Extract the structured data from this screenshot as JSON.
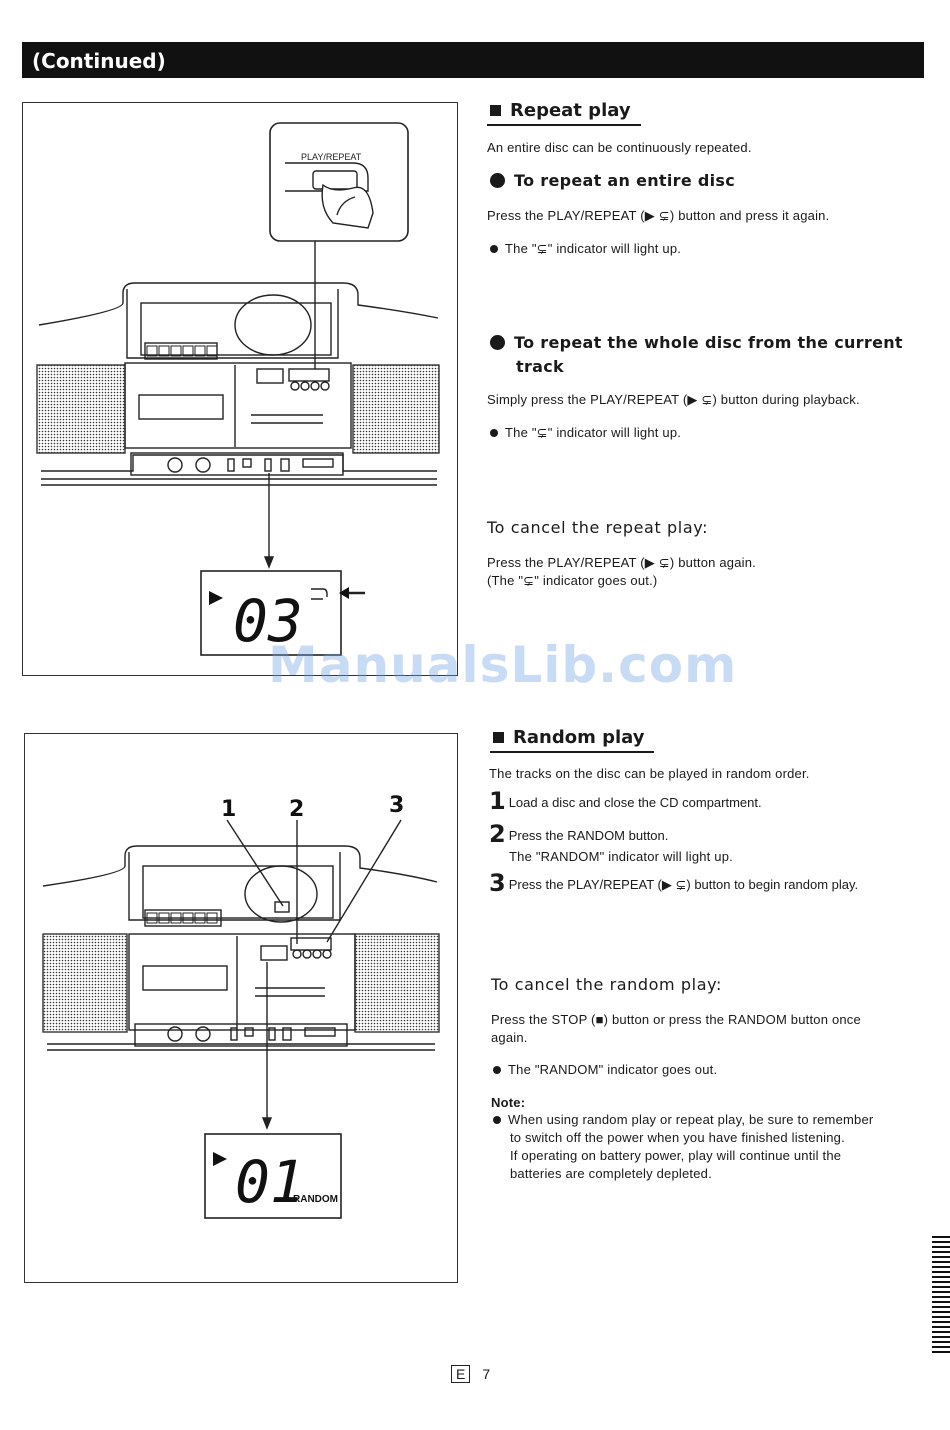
{
  "header": {
    "title": "(Continued)"
  },
  "figure1": {
    "button_label": "PLAY/REPEAT",
    "display_digits": "03"
  },
  "figure2": {
    "callouts": [
      "1",
      "2",
      "3"
    ],
    "display_digits": "01",
    "display_indicator": "RANDOM"
  },
  "repeat": {
    "title": "Repeat play",
    "intro": "An entire disc can be continuously repeated.",
    "entire": {
      "heading": "To repeat an entire disc",
      "instruction": "Press the PLAY/REPEAT (▶ ⊊) button and press it again.",
      "bullet": "The \"⊊\" indicator will light up."
    },
    "current": {
      "heading_line1": "To repeat the whole disc from the current",
      "heading_line2": "track",
      "instruction": "Simply press the PLAY/REPEAT (▶ ⊊) button during playback.",
      "bullet": "The \"⊊\" indicator will light up."
    },
    "cancel": {
      "heading": "To cancel the repeat play:",
      "line1": "Press the PLAY/REPEAT (▶ ⊊) button again.",
      "line2": "(The \"⊊\" indicator goes out.)"
    }
  },
  "random": {
    "title": "Random play",
    "intro": "The tracks on the disc can be played in random order.",
    "steps": [
      {
        "num": "1",
        "text": "Load a disc and close the CD compartment."
      },
      {
        "num": "2",
        "text": "Press the RANDOM button.",
        "sub": "The \"RANDOM\" indicator will light up."
      },
      {
        "num": "3",
        "text": "Press the PLAY/REPEAT (▶ ⊊) button to begin random play."
      }
    ],
    "cancel": {
      "heading": "To cancel the random play:",
      "line1": "Press the STOP (■) button or press the RANDOM button once",
      "line2": "again.",
      "bullet": "The \"RANDOM\" indicator goes out."
    },
    "note": {
      "label": "Note:",
      "lines": [
        "When using random play or repeat play, be sure to remember",
        "to switch off the power when you have finished listening.",
        "If operating on battery power, play will continue until the",
        "batteries are completely depleted."
      ]
    }
  },
  "watermark": "ManualsLib.com",
  "footer": {
    "lang": "E",
    "page": "7"
  }
}
